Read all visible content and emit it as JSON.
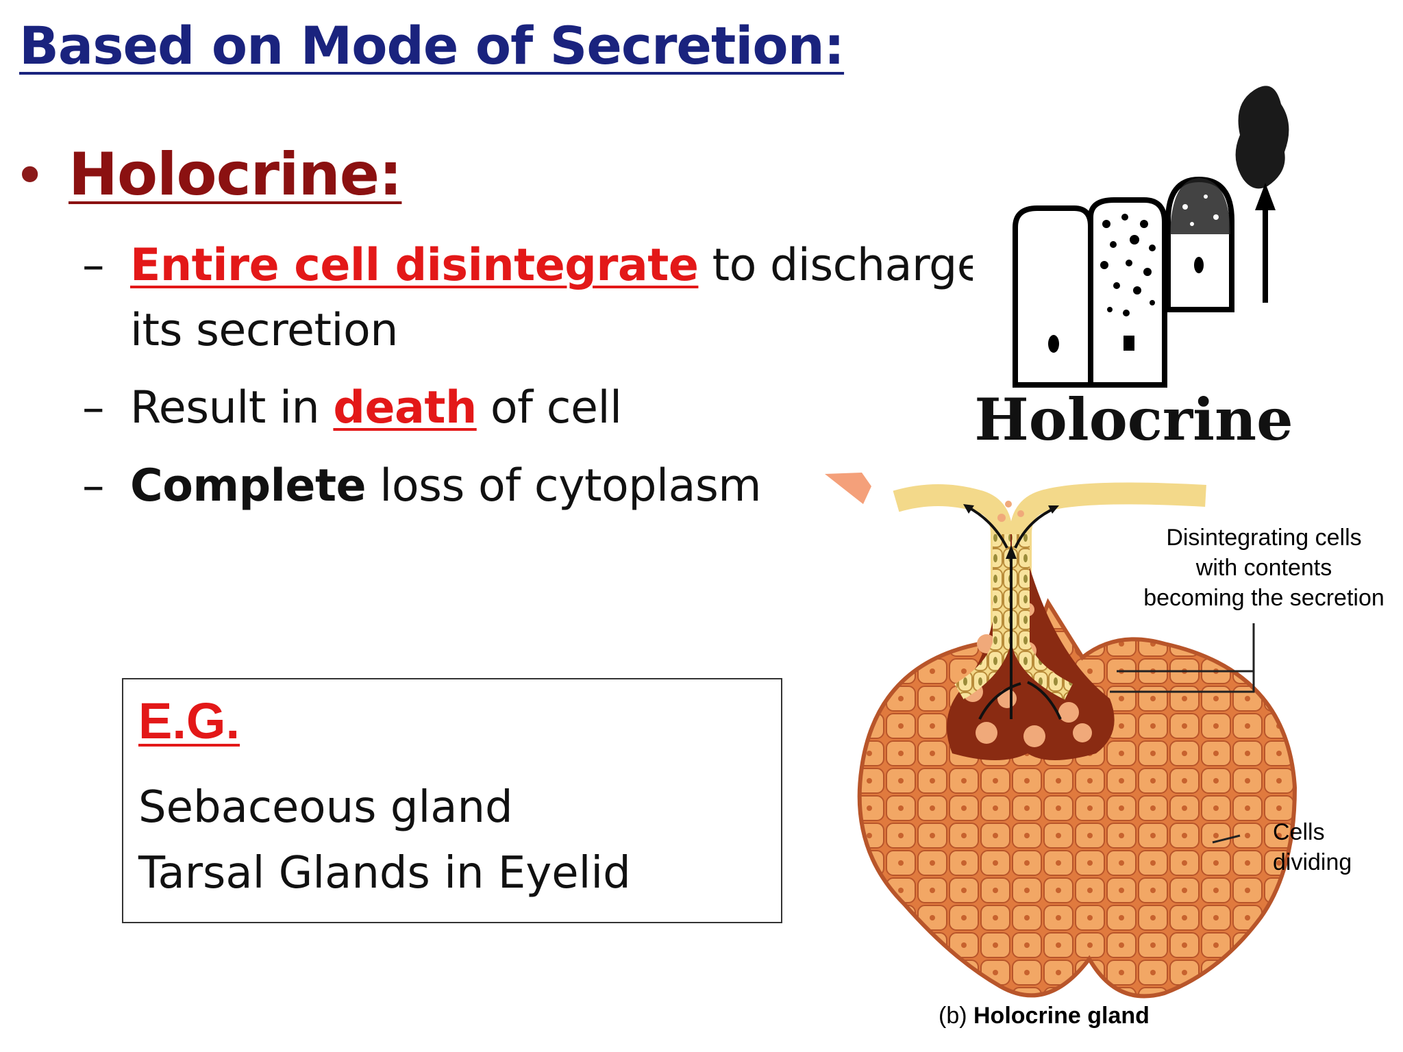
{
  "slide": {
    "heading": "Based on Mode of Secretion:",
    "bullet": "•",
    "main_point": "Holocrine:",
    "sub_points": {
      "dash": "–",
      "p1_highlight": "Entire cell disintegrate",
      "p1_rest": " to discharge",
      "p1_line2": "its secretion",
      "p2_before": "Result in ",
      "p2_highlight": "death",
      "p2_after": " of cell",
      "p3_bold": "Complete",
      "p3_rest": " loss of cytoplasm"
    },
    "example_box": {
      "title": "E.G.",
      "items": [
        "Sebaceous gland",
        "Tarsal Glands in Eyelid"
      ]
    }
  },
  "figure_top": {
    "label": "Holocrine"
  },
  "figure_gland": {
    "annotation_1": [
      "Disintegrating cells",
      "with contents",
      "becoming the secretion"
    ],
    "annotation_2": [
      "Cells",
      "dividing"
    ],
    "caption_prefix": "(b) ",
    "caption": "Holocrine gland"
  },
  "colors": {
    "heading": "#1a237e",
    "title": "#8b1111",
    "highlight": "#e31818",
    "gland_cell": "#e8935a",
    "gland_duct": "#9a3a1a",
    "duct_lining": "#f0d37a"
  }
}
